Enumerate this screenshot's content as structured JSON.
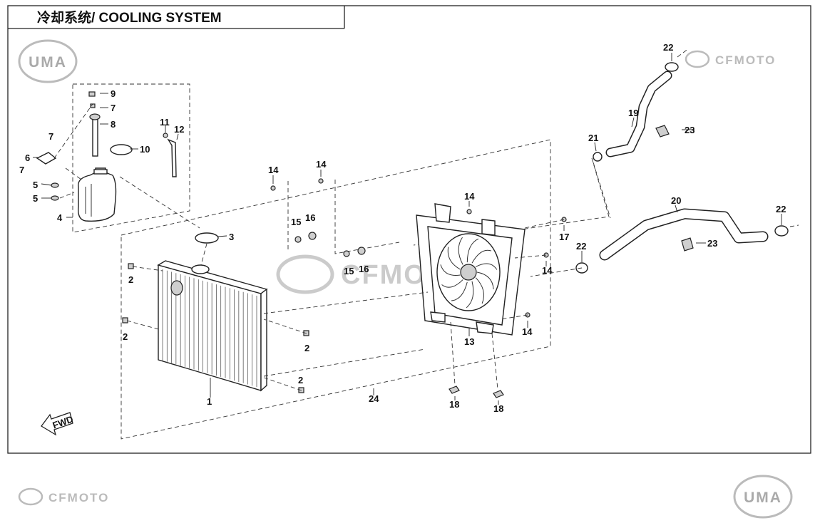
{
  "title": "冷却系统/ COOLING SYSTEM",
  "watermarks": {
    "uma_top": "UMA",
    "uma_bottom": "UMA",
    "cfmoto_top": "CFMOTO",
    "cfmoto_center": "CFMOTO",
    "cfmoto_bottom": "CFMOTO"
  },
  "fwd_label": "FWD",
  "callouts": {
    "c1": "1",
    "c2a": "2",
    "c2b": "2",
    "c2c": "2",
    "c2d": "2",
    "c3": "3",
    "c4": "4",
    "c5a": "5",
    "c5b": "5",
    "c6": "6",
    "c7a": "7",
    "c7b": "7",
    "c7c": "7",
    "c8": "8",
    "c9": "9",
    "c10": "10",
    "c11": "11",
    "c12": "12",
    "c13": "13",
    "c14a": "14",
    "c14b": "14",
    "c14c": "14",
    "c14d": "14",
    "c14e": "14",
    "c15a": "15",
    "c15b": "15",
    "c16a": "16",
    "c16b": "16",
    "c17": "17",
    "c18a": "18",
    "c18b": "18",
    "c19": "19",
    "c20": "20",
    "c21": "21",
    "c22a": "22",
    "c22b": "22",
    "c22c": "22",
    "c23a": "23",
    "c23b": "23",
    "c24": "24"
  },
  "colors": {
    "line": "#222222",
    "watermark": "#b0b0b0",
    "background": "#ffffff"
  }
}
